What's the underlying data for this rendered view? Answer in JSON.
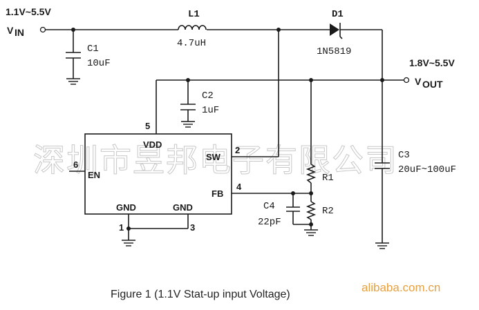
{
  "input": {
    "voltage_range": "1.1V~5.5V",
    "name": "V",
    "subscript": "IN"
  },
  "output": {
    "voltage_range": "1.8V~5.5V",
    "name": "V",
    "subscript": "OUT"
  },
  "components": {
    "l1": {
      "ref": "L1",
      "value": "4.7uH"
    },
    "d1": {
      "ref": "D1",
      "value": "1N5819"
    },
    "c1": {
      "ref": "C1",
      "value": "10uF"
    },
    "c2": {
      "ref": "C2",
      "value": "1uF"
    },
    "c3": {
      "ref": "C3",
      "value": "20uF~100uF"
    },
    "c4": {
      "ref": "C4",
      "value": "22pF"
    },
    "r1": {
      "ref": "R1"
    },
    "r2": {
      "ref": "R2"
    }
  },
  "ic": {
    "pins": {
      "vdd": {
        "name": "VDD",
        "number": "5"
      },
      "sw": {
        "name": "SW",
        "number": "2"
      },
      "en": {
        "name": "EN",
        "number": "6"
      },
      "fb": {
        "name": "FB",
        "number": "4"
      },
      "gnd1": {
        "name": "GND",
        "number": "1"
      },
      "gnd2": {
        "name": "GND",
        "number": "3"
      }
    }
  },
  "watermark": "深圳市昱邦电子有限公司",
  "caption": "Figure 1 (1.1V Stat-up input Voltage)",
  "site_watermark": "alibaba.com.cn"
}
